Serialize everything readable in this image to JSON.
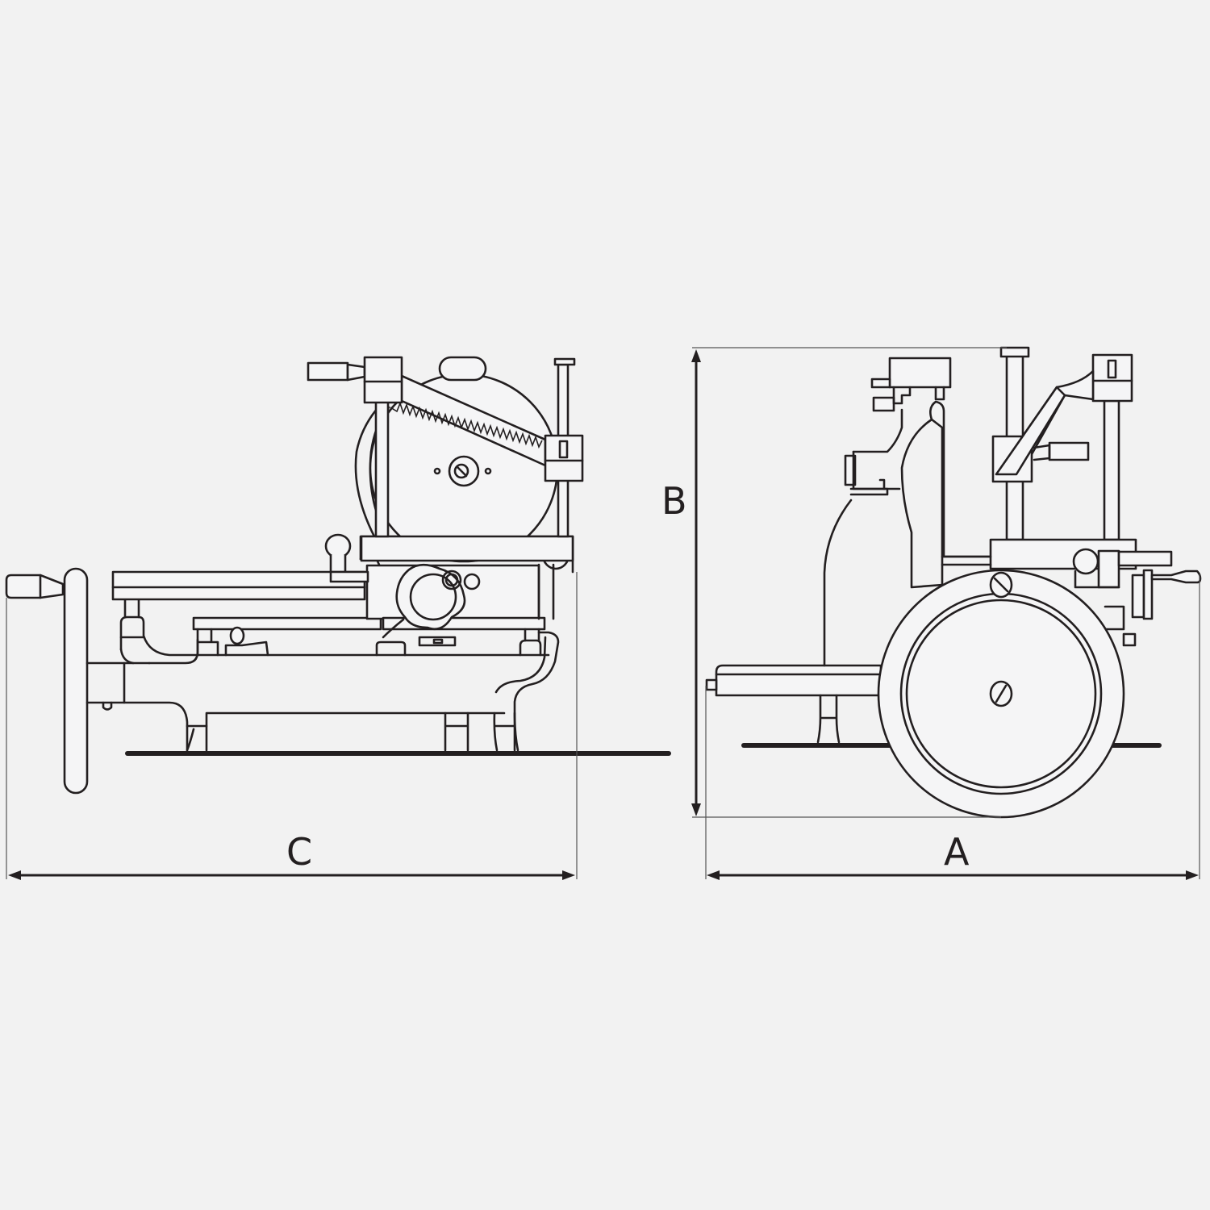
{
  "figure": {
    "subject": "Flywheel meat slicer dimension drawing",
    "background_color": "#f2f2f2",
    "line_color": "#231f20"
  },
  "views": [
    {
      "name": "side-view",
      "description": "Side elevation of slicer with hand crank and flywheel"
    },
    {
      "name": "front-view",
      "description": "Front elevation of slicer showing flywheel"
    }
  ],
  "dimensions": {
    "A": {
      "label": "A",
      "orientation": "horizontal",
      "meaning": "width (front view)"
    },
    "B": {
      "label": "B",
      "orientation": "vertical",
      "meaning": "height"
    },
    "C": {
      "label": "C",
      "orientation": "horizontal",
      "meaning": "depth (side view)"
    }
  }
}
